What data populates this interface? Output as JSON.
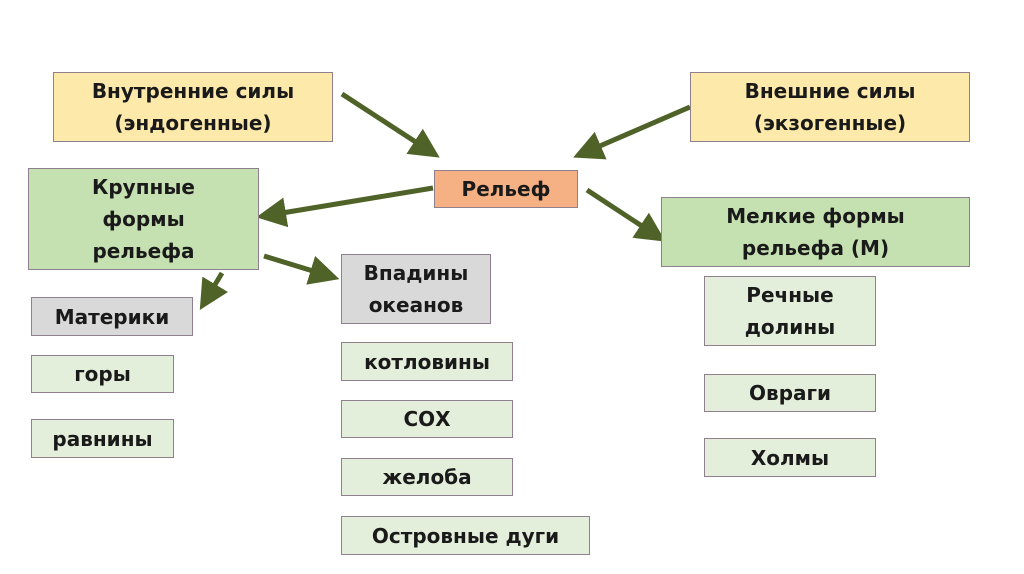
{
  "diagram": {
    "internal_forces": "Внутренние силы\n(эндогенные)",
    "external_forces": "Внешние силы\n(экзогенные)",
    "relief": "Рельеф",
    "large_forms": "Крупные\nформы\nрельефа",
    "small_forms": "Мелкие формы\nрельефа (М)",
    "large_items": [
      "Материки",
      "горы",
      "равнины"
    ],
    "ocean_items": [
      "Впадины\nокеанов",
      "котловины",
      "СОХ",
      "желоба",
      "Островные дуги"
    ],
    "small_items": [
      "Речные\nдолины",
      "Овраги",
      "Холмы"
    ]
  },
  "colors": {
    "arrow": "#4f6228",
    "yellow_fill": "#fde9a9",
    "orange_fill": "#f5b083",
    "green_fill": "#c5e0b1",
    "light_green_fill": "#e3efda",
    "gray_fill": "#d9d9d9"
  }
}
